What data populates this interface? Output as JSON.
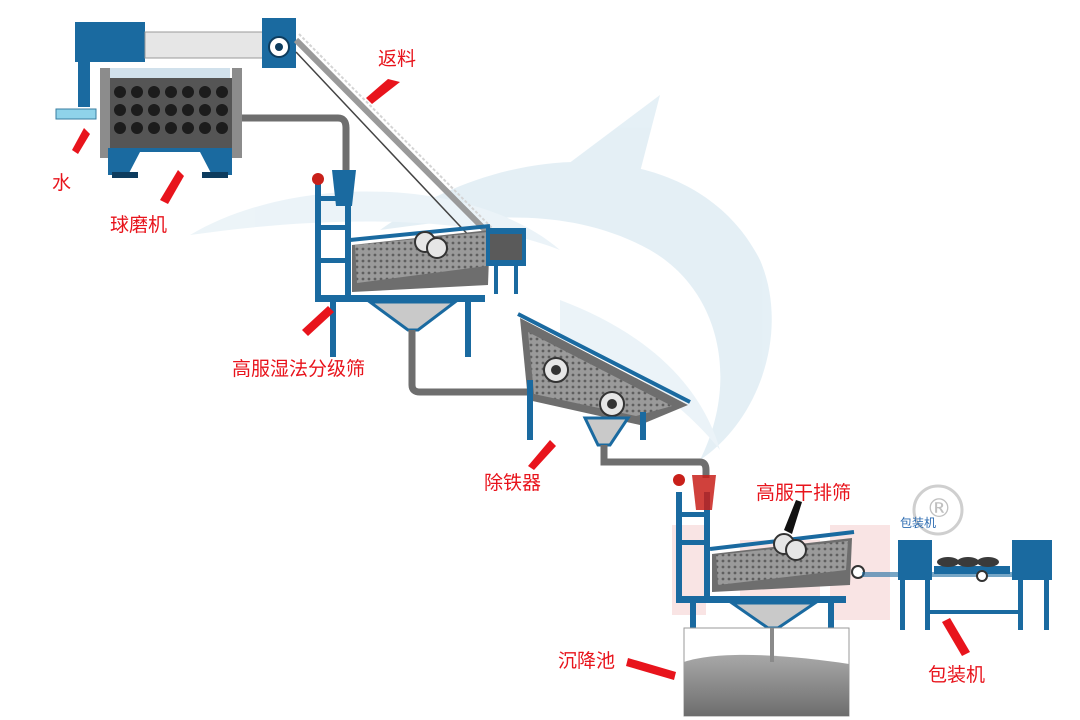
{
  "labels": {
    "return_material": "返料",
    "water": "水",
    "ball_mill": "球磨机",
    "wet_classifying_screen": "高服湿法分级筛",
    "iron_remover": "除铁器",
    "dry_discharge_screen": "高服干排筛",
    "settling_tank": "沉降池",
    "packing_machine": "包装机",
    "packing_machine_small": "包装机",
    "registered_mark": "®"
  },
  "colors": {
    "label_red": "#e8141c",
    "machine_blue": "#1a6aa0",
    "pipe_gray": "#8a8a8a",
    "watermark_blue": "#cfe3ee",
    "watermark_red": "#f3c4c4"
  }
}
